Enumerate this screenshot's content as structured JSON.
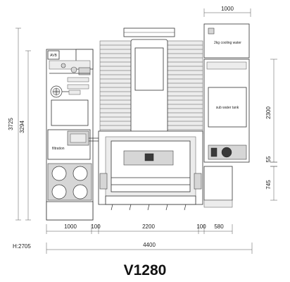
{
  "title": "V1280",
  "height_note": "H:2705",
  "labels": {
    "cooling_tank": "2kg cooling water",
    "sub_tank": "sub water tank",
    "filtration": "filtration",
    "control_sign": "AVB"
  },
  "dimensions": {
    "top_width": "1000",
    "total_height": "3725",
    "inner_height": "3294",
    "right_height": "2300",
    "gap_small": "55",
    "lower_height": "745",
    "bottom_left": "1000",
    "bottom_gap_left": "100",
    "bottom_center": "2200",
    "bottom_gap_right": "100",
    "bottom_right": "580",
    "total_width": "4400"
  }
}
